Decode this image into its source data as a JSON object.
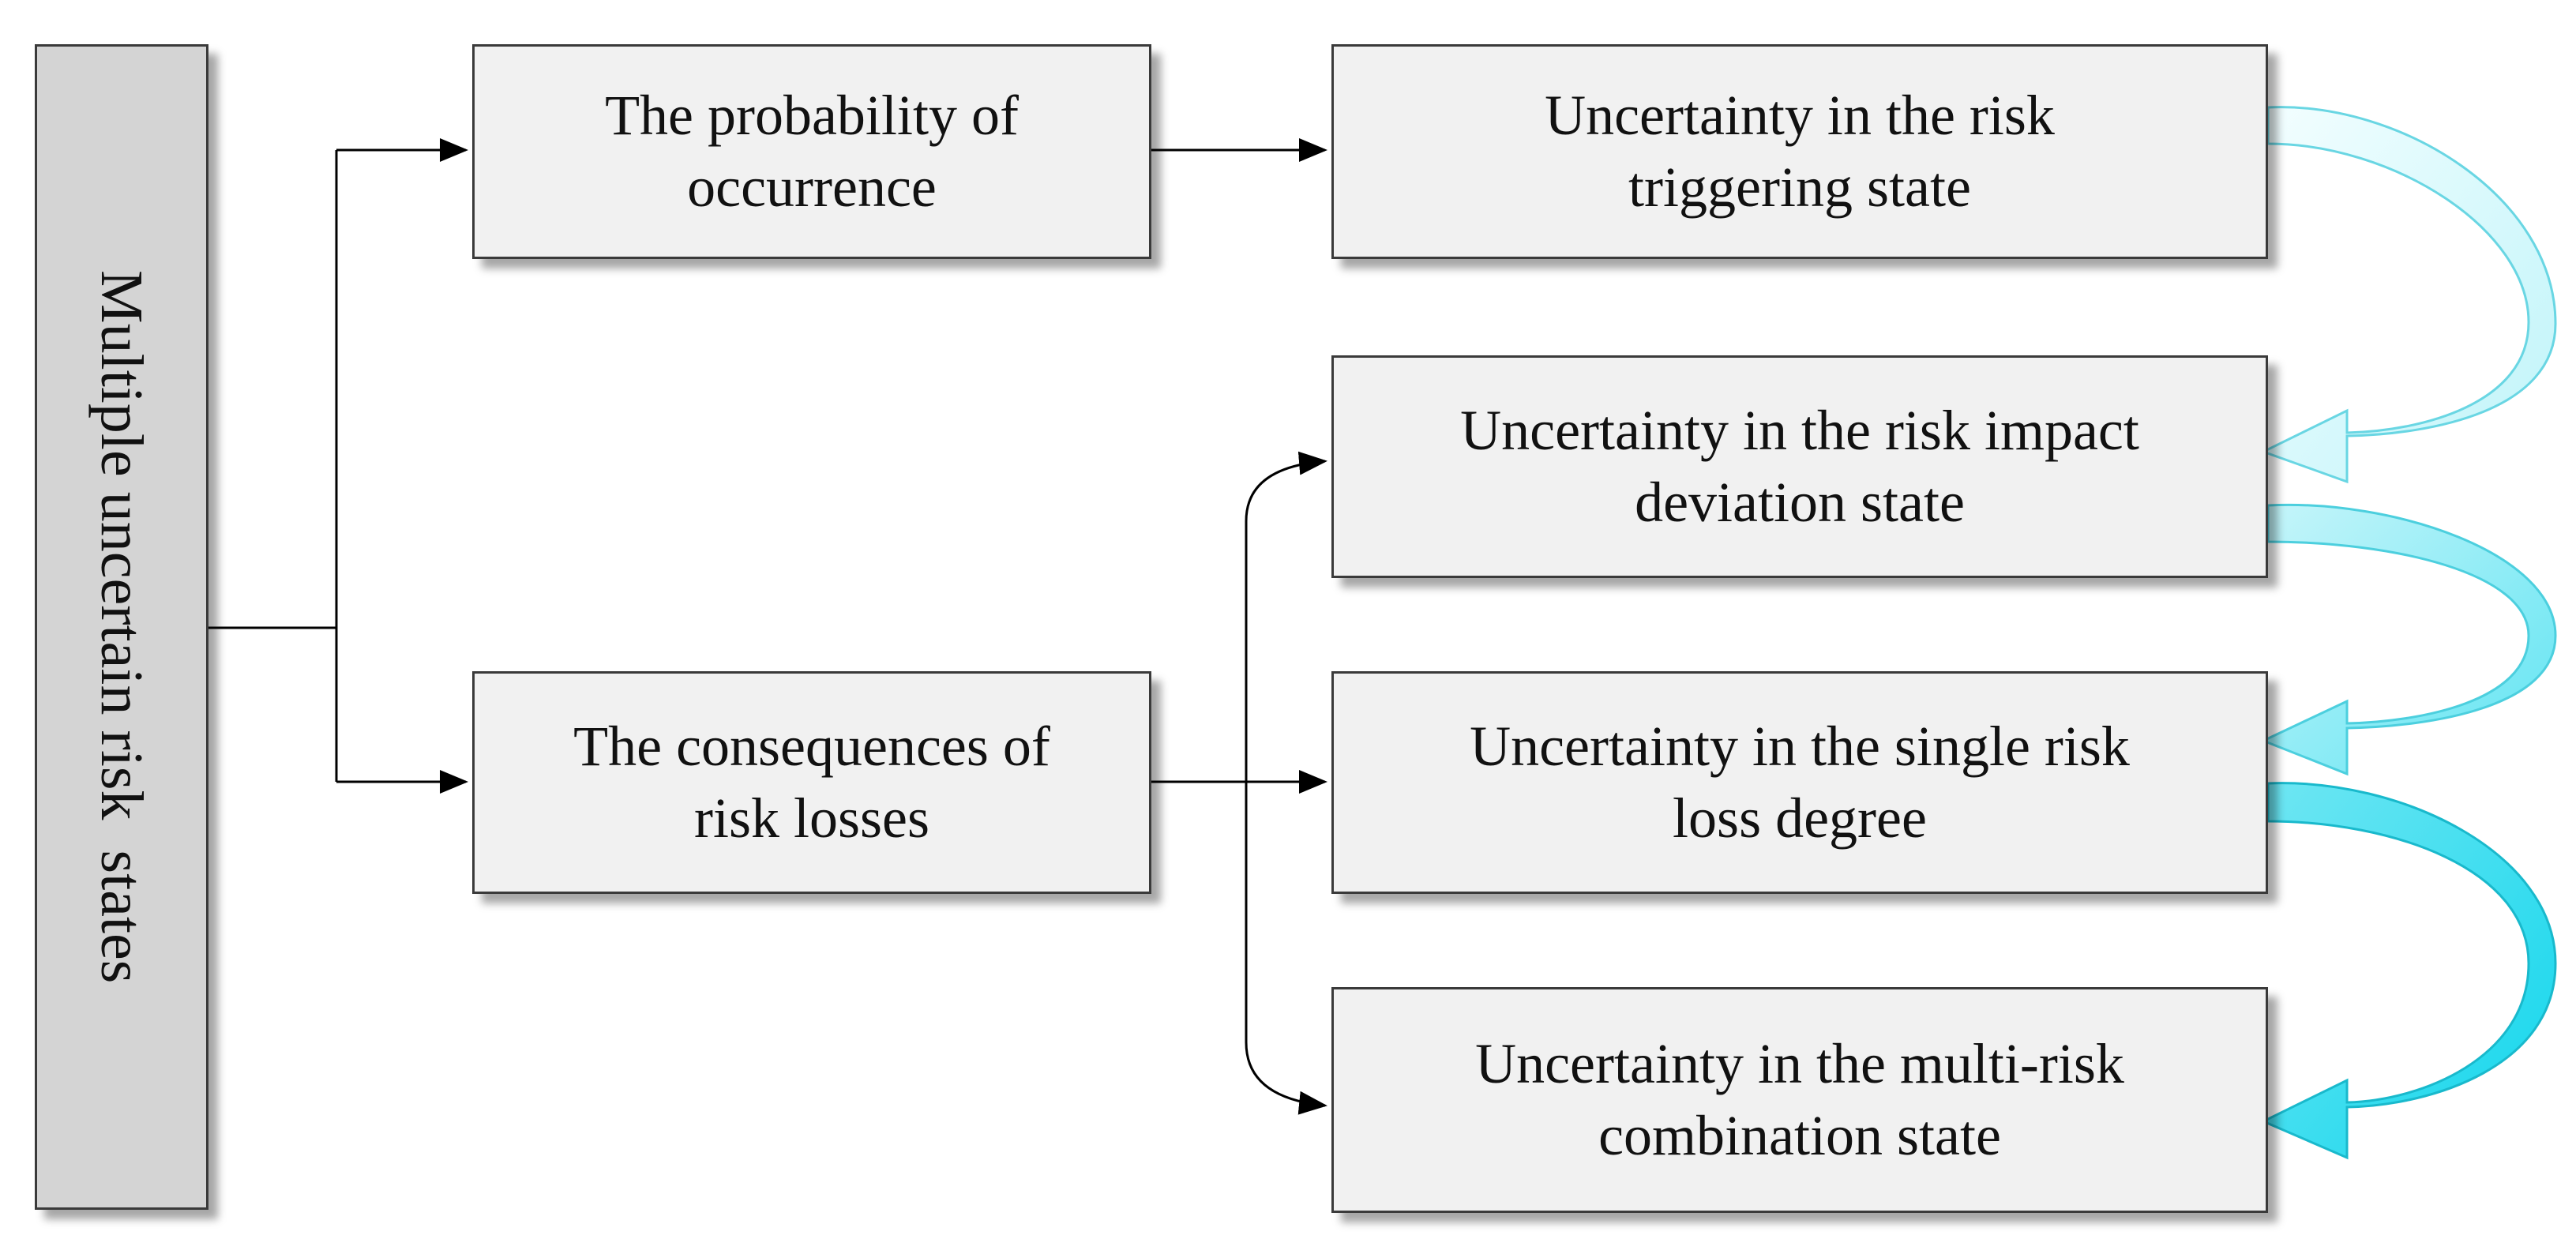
{
  "root": {
    "label": "Multiple uncertain risk  states"
  },
  "branches": {
    "probability": {
      "label_line1": "The probability of",
      "label_line2": "occurrence"
    },
    "consequences": {
      "label_line1": "The consequences of",
      "label_line2": "risk losses"
    }
  },
  "states": {
    "triggering": {
      "label_line1": "Uncertainty in the risk",
      "label_line2": "triggering state"
    },
    "impact": {
      "label_line1": "Uncertainty in the risk impact",
      "label_line2": "deviation state"
    },
    "single": {
      "label_line1": "Uncertainty in the single risk",
      "label_line2": "loss degree"
    },
    "multi": {
      "label_line1": "Uncertainty in the multi-risk",
      "label_line2": "combination state"
    }
  },
  "colors": {
    "box_fill": "#f1f1f1",
    "root_fill": "#d4d4d4",
    "border": "#3a3a3a",
    "connector": "#000000",
    "curved_arrow_light": "#e3fbfd",
    "curved_arrow_mid": "#9eedf5",
    "curved_arrow_dark": "#28dcee"
  }
}
